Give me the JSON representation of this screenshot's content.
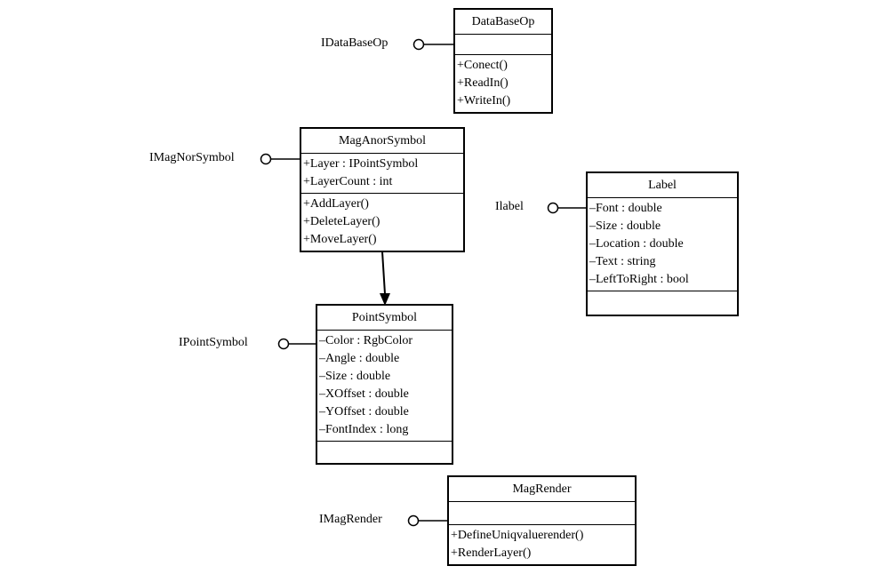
{
  "classes": {
    "database": {
      "name": "DataBaseOp",
      "interface": "IDataBaseOp",
      "attributes": [],
      "methods": [
        "+Conect()",
        "+ReadIn()",
        "+WriteIn()"
      ]
    },
    "maganor": {
      "name": "MagAnorSymbol",
      "interface": "IMagNorSymbol",
      "attributes": [
        "+Layer : IPointSymbol",
        "+LayerCount : int"
      ],
      "methods": [
        "+AddLayer()",
        "+DeleteLayer()",
        "+MoveLayer()"
      ]
    },
    "label": {
      "name": "Label",
      "interface": "Ilabel",
      "attributes": [
        "–Font : double",
        "–Size : double",
        "–Location : double",
        "–Text : string",
        "–LeftToRight : bool"
      ],
      "methods": []
    },
    "point": {
      "name": "PointSymbol",
      "interface": "IPointSymbol",
      "attributes": [
        "–Color : RgbColor",
        "–Angle : double",
        "–Size : double",
        "–XOffset : double",
        "–YOffset : double",
        "–FontIndex : long"
      ],
      "methods": []
    },
    "render": {
      "name": "MagRender",
      "interface": "IMagRender",
      "attributes": [],
      "methods": [
        "+DefineUniqvaluerender()",
        "+RenderLayer()"
      ]
    }
  }
}
